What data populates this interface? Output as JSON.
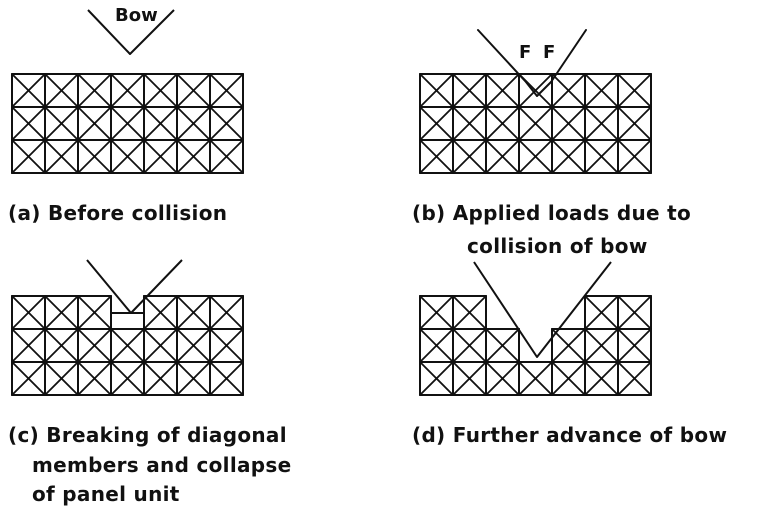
{
  "panels": {
    "a": {
      "bow_label": "Bow",
      "caption": [
        "(a) Before collision"
      ]
    },
    "b": {
      "force_labels": [
        "F",
        "F"
      ],
      "caption": [
        "(b) Applied loads due to",
        "collision of bow"
      ]
    },
    "c": {
      "caption": [
        "(c) Breaking of diagonal",
        "members and collapse",
        "of panel unit"
      ]
    },
    "d": {
      "caption": [
        "(d) Further advance of bow"
      ]
    }
  },
  "colors": {
    "line": "#111111",
    "background": "#ffffff"
  }
}
